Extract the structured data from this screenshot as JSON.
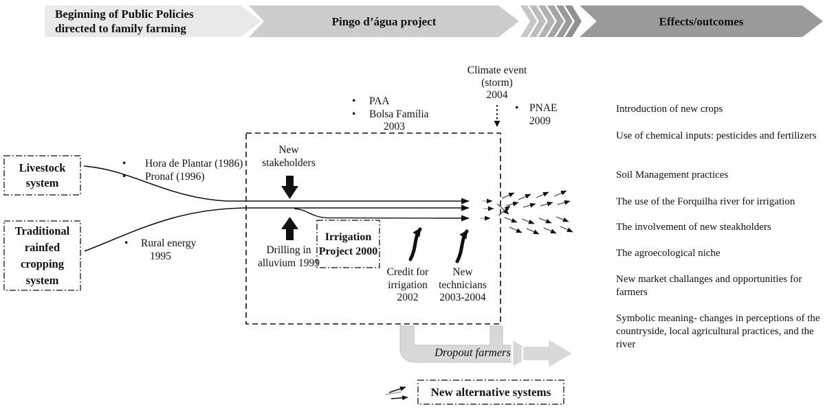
{
  "banner": {
    "stage1": "Beginning of Public Policies directed to family farming",
    "stage2": "Pingo d’água project",
    "stage3": "Effects/outcomes"
  },
  "sources": {
    "livestock": "Livestock system",
    "traditional": "Traditional rainfed cropping system"
  },
  "policies": {
    "hora": "Hora de Plantar (1986)",
    "pronaf": "Pronaf (1996)",
    "rural_energy": "Rural energy",
    "rural_energy_year": "1995",
    "paa": "PAA",
    "bolsa": "Bolsa Família",
    "bolsa_year": "2003",
    "pnae": "PNAE",
    "pnae_year": "2009",
    "bullet": "•"
  },
  "climate_event": {
    "line1": "Climate event",
    "line2": "(storm)",
    "line3": "2004"
  },
  "project": {
    "new_stakeholders": "New stakeholders",
    "drilling": "Drilling in alluvium 1999",
    "irrigation_box": "Irrigation Project 2000",
    "credit": "Credit for irrigation 2002",
    "technicians": "New technicians 2003-2004"
  },
  "outcomes": [
    "Introduction of new crops",
    "Use of chemical inputs: pesticides and fertilizers",
    "Soil Management practices",
    "The use of the Forquilha river for irrigation",
    "The involvement of new steakholders",
    "The agroecological niche",
    "New market challanges and opportunities for farmers",
    "Symbolic meaning- changes in perceptions of the countryside, local agricultural practices, and the river"
  ],
  "dropout_label": "Dropout farmers",
  "new_alternative_label": "New alternative systems",
  "colors": {
    "stage1_fill": "#e9e9e9",
    "stage2_fill": "#cccccc",
    "stage3_fill": "#9a9a9a",
    "pipe_fill": "#d8d8d8",
    "pipe_stroke": "#c2c2c2",
    "chevrons": [
      "#c6c6c6",
      "#bcbcbc",
      "#b2b2b2",
      "#a4a4a4",
      "#9a9a9a",
      "#8f8f8f"
    ]
  }
}
